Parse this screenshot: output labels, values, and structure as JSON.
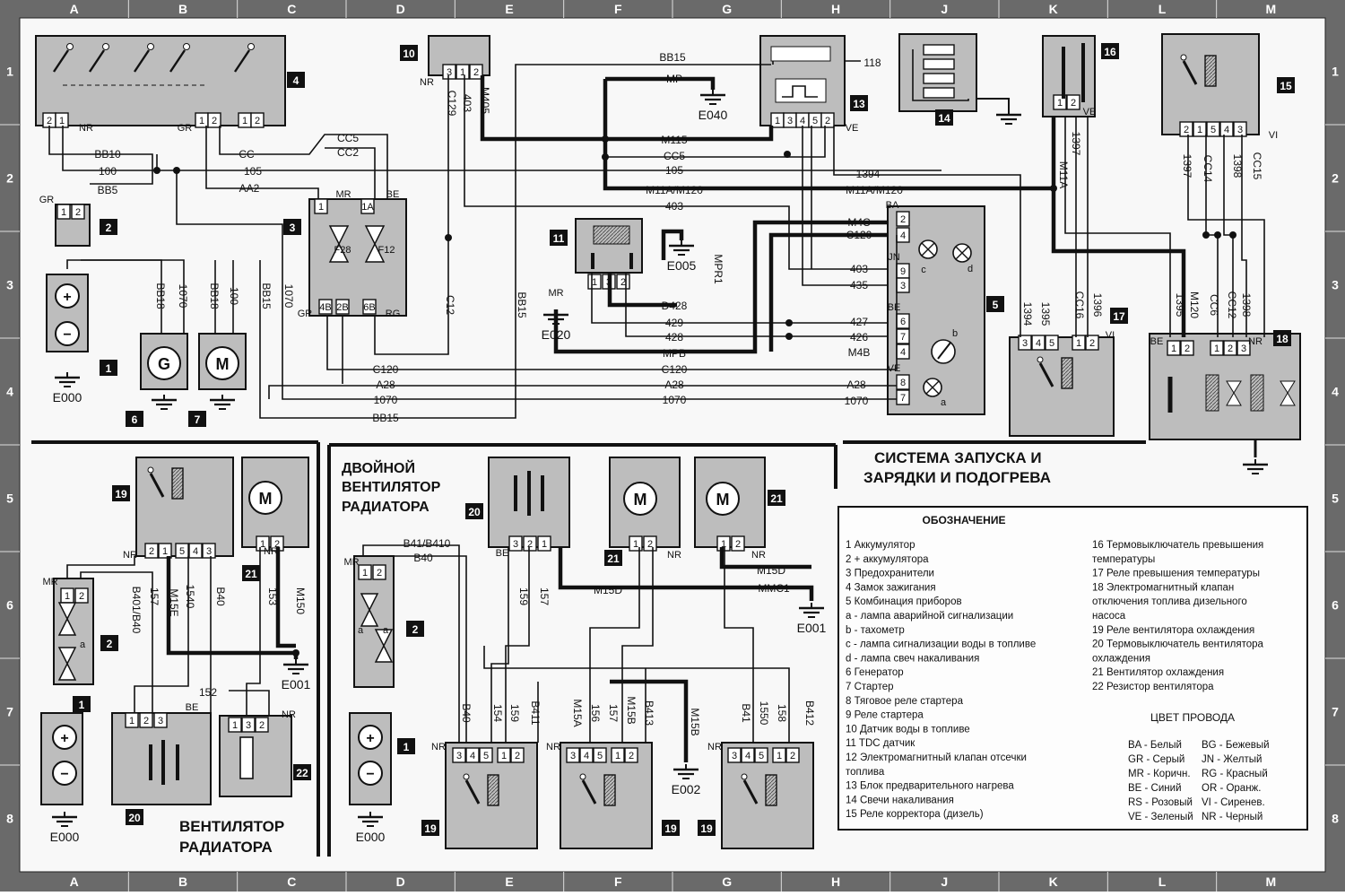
{
  "grid": {
    "columns": [
      "A",
      "B",
      "C",
      "D",
      "E",
      "F",
      "G",
      "H",
      "J",
      "K",
      "L",
      "M"
    ],
    "rows": [
      "1",
      "2",
      "3",
      "4",
      "5",
      "6",
      "7",
      "8"
    ]
  },
  "titles": {
    "main_line1": "СИСТЕМА ЗАПУСКА И",
    "main_line2": "ЗАРЯДКИ И ПОДОГРЕВА",
    "double_fan_line1": "ДВОЙНОЙ",
    "double_fan_line2": "ВЕНТИЛЯТОР",
    "double_fan_line3": "РАДИАТОРА",
    "single_fan_line1": "ВЕНТИЛЯТОР",
    "single_fan_line2": "РАДИАТОРА"
  },
  "components": {
    "c1": "1",
    "c1b": "1",
    "c1c": "1",
    "c2": "2",
    "c2b": "2",
    "c2c": "2",
    "c3": "3",
    "c4": "4",
    "c5": "5",
    "c6": "6",
    "c7": "7",
    "c10": "10",
    "c11": "11",
    "c13": "13",
    "c14": "14",
    "c15": "15",
    "c16": "16",
    "c17": "17",
    "c18": "18",
    "c19a": "19",
    "c19b": "19",
    "c19c": "19",
    "c19d": "19",
    "c20a": "20",
    "c20b": "20",
    "c21a": "21",
    "c21b": "21",
    "c21c": "21",
    "c22": "22"
  },
  "grounds": {
    "e000": "E000",
    "e000b": "E000",
    "e000c": "E000",
    "e040": "E040",
    "e005": "E005",
    "e020": "E020",
    "e001": "E001",
    "e001b": "E001",
    "e002": "E002"
  },
  "symbols": {
    "gen": "G",
    "motor": "M",
    "plus": "+",
    "minus": "−"
  },
  "wires": {
    "bb10": "BB10",
    "w100": "100",
    "bb5": "BB5",
    "w105": "105",
    "aa2": "AA2",
    "cc": "CC",
    "cc5": "CC5",
    "cc2": "CC2",
    "bb18a": "BB18",
    "w1070a": "1070",
    "bb18b": "BB18",
    "w100b": "100",
    "bb15a": "BB15",
    "w1070b": "1070",
    "c12": "C12",
    "bb15b": "BB15",
    "c129": "C129",
    "w403": "403",
    "m405": "M405",
    "bb15top": "BB15",
    "mp": "MP",
    "m115": "M115",
    "cc5b": "CC5",
    "w105b": "105",
    "m11a1": "M11A/M120",
    "w403b": "403",
    "w118": "118",
    "w1394": "1394",
    "m11a2": "M11A/M120",
    "m4c": "M4C",
    "c120r": "C120",
    "w403c": "403",
    "w435": "435",
    "w427": "427",
    "w426": "426",
    "m4b": "M4B",
    "a28r": "A28",
    "w1070r": "1070",
    "mpr1": "MPR1",
    "d428": "D428",
    "w429": "429",
    "w428": "428",
    "mpb": "MPB",
    "c120a": "C120",
    "c120b": "C120",
    "a28a": "A28",
    "a28b": "A28",
    "w1070c": "1070",
    "w1070d": "1070",
    "bb15c": "BB15",
    "w1397": "1397",
    "m11a3": "M11A",
    "w1397b": "1397",
    "cc14": "CC14",
    "w1398": "1398",
    "cc15": "CC15",
    "w1394b": "1394",
    "w1395": "1395",
    "cc16": "CC16",
    "w1396": "1396",
    "w1395b": "1395",
    "m120": "M120",
    "cc6": "CC6",
    "cc12": "CC12",
    "w1398b": "1398",
    "w157": "157",
    "m15e": "M15E",
    "w1540": "1540",
    "b40": "B40",
    "w153": "153",
    "m150": "M150",
    "b401": "B401/B40",
    "w152": "152",
    "b41b410": "B41/B410",
    "b40b": "B40",
    "w159": "159",
    "w157b": "157",
    "m15d": "M15D",
    "mmc1": "MMC1",
    "m15d2": "M15D",
    "b40c": "B40",
    "w154": "154",
    "w159b": "159",
    "b411": "B411",
    "m15a": "M15A",
    "w156": "156",
    "w157c": "157",
    "m15b": "M15B",
    "b413": "B413",
    "m15b2": "M15B",
    "b41": "B41",
    "w1550": "1550",
    "w158": "158",
    "b412": "B412"
  },
  "pins": {
    "p4_2": "2",
    "p4_1": "1",
    "p4_1b": "1",
    "p4_2b": "2",
    "p4_1c": "1",
    "p4_2c": "2",
    "p2_1": "1",
    "p2_2": "2",
    "p3_1": "1",
    "p3_1a": "1A",
    "p3_4b": "4B",
    "p3_2b": "2B",
    "p3_6b": "6B",
    "p10_3": "3",
    "p10_1": "1",
    "p10_2": "2",
    "p13_1": "1",
    "p13_3": "3",
    "p13_4": "4",
    "p13_5": "5",
    "p13_2": "2",
    "p16_1": "1",
    "p16_2": "2",
    "p15_2": "2",
    "p15_1": "1",
    "p15_5": "5",
    "p15_4": "4",
    "p15_3": "3",
    "p11_1": "1",
    "p11_3": "3",
    "p11_2": "2",
    "p5_2": "2",
    "p5_4": "4",
    "p5_9": "9",
    "p5_3": "3",
    "p5_6": "6",
    "p5_7": "7",
    "p5_4b": "4",
    "p5_8": "8",
    "p5_7b": "7",
    "p17_3": "3",
    "p17_4": "4",
    "p17_5": "5",
    "p17_1": "1",
    "p17_2": "2",
    "p18_1": "1",
    "p18_2": "2",
    "p18_1b": "1",
    "p18_2b": "2",
    "p18_3": "3",
    "p19_2": "2",
    "p19_1": "1",
    "p19_5": "5",
    "p19_4": "4",
    "p19_3": "3",
    "p21_1": "1",
    "p21_2": "2",
    "p2b_1": "1",
    "p2b_2": "2",
    "p20_1": "1",
    "p20_2": "2",
    "p20_3": "3",
    "p22_1": "1",
    "p22_3": "3",
    "p22_2": "2",
    "p20b_3": "3",
    "p20b_2": "2",
    "p20b_1": "1",
    "p21b_1": "1",
    "p21b_2": "2",
    "p21c_1": "1",
    "p21c_2": "2",
    "p2c_1": "1",
    "p2c_2": "2",
    "p19b_3": "3",
    "p19b_4": "4",
    "p19b_5": "5",
    "p19b_1": "1",
    "p19b_2": "2",
    "p19c_3": "3",
    "p19c_4": "4",
    "p19c_5": "5",
    "p19c_1": "1",
    "p19c_2": "2",
    "p19d_3": "3",
    "p19d_4": "4",
    "p19d_5": "5",
    "p19d_1": "1",
    "p19d_2": "2"
  },
  "color_codes": {
    "nr": "NR",
    "gr": "GR",
    "gr2": "GR",
    "mr": "MR",
    "be": "BE",
    "gr3": "GR",
    "rg": "RG",
    "nr2": "NR",
    "ve": "VE",
    "ve2": "VE",
    "vi": "VI",
    "mr2": "MR",
    "ba": "BA",
    "jn": "JN",
    "be2": "BE",
    "ve3": "VE",
    "vi2": "VI",
    "be3": "BE",
    "nr3": "NR",
    "nr4": "NR",
    "mr3": "MR",
    "be4": "BE",
    "nr5": "NR",
    "mr4": "MR",
    "be5": "BE",
    "nr6": "NR",
    "nr7": "NR",
    "nr8": "NR",
    "nr9": "NR",
    "nr10": "NR",
    "nr11": "NR",
    "fuse_f28": "F28",
    "fuse_f12": "F12",
    "lamp_a": "a",
    "lamp_b": "b",
    "lamp_c": "c",
    "lamp_d": "d",
    "fuse_a": "a",
    "fuse_a2": "a",
    "fuse_a3": "a"
  },
  "legend": {
    "title": "ОБОЗНАЧЕНИЕ",
    "left_items": [
      "1  Аккумулятор",
      "2  + аккумулятора",
      "3  Предохранители",
      "4  Замок зажигания",
      "5  Комбинация приборов",
      "    a - лампа аварийной сигнализации",
      "    b - тахометр",
      "    c - лампа сигнализации воды в топливе",
      "    d - лампа свеч накаливания",
      "6  Генератор",
      "7  Стартер",
      "8  Тяговое реле стартера",
      "9  Реле стартера",
      "10 Датчик воды в топливе",
      "11 TDC датчик",
      "12 Электромагнитный клапан отсечки",
      "     топлива",
      "13 Блок предварительного нагрева",
      "14 Свечи накаливания",
      "15 Реле корректора (дизель)"
    ],
    "right_items": [
      "16 Термовыключатель превышения",
      "     температуры",
      "17 Реле превышения температуры",
      "18 Электромагнитный клапан",
      "     отключения топлива дизельного",
      "     насоса",
      "19 Реле вентилятора охлаждения",
      "20 Термовыключатель вентилятора",
      "     охлаждения",
      "21 Вентилятор охлаждения",
      "22 Резистор вентилятора"
    ],
    "color_title": "ЦВЕТ ПРОВОДА",
    "colors": [
      "BA - Белый",
      "BG - Бежевый",
      "GR - Серый",
      "JN - Желтый",
      "MR - Коричн.",
      "RG - Красный",
      "BE - Синий",
      "OR - Оранж.",
      "RS - Розовый",
      "VI - Сиренев.",
      "VE - Зеленый",
      "NR - Черный"
    ]
  }
}
